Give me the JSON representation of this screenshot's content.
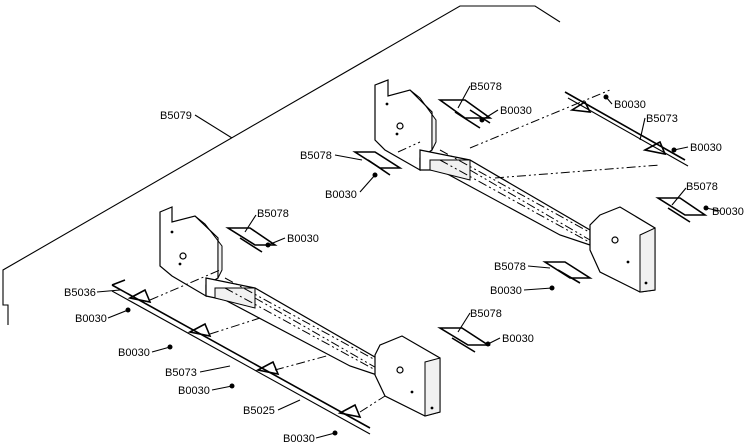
{
  "diagram": {
    "callouts": {
      "outline": "B5079",
      "clip_a": "B5078",
      "clip_b": "B5078",
      "clip_c": "B5078",
      "clip_d": "B5078",
      "clip_e": "B5078",
      "clip_f": "B5078",
      "bolt_1": "B0030",
      "bolt_2": "B0030",
      "bolt_3": "B0030",
      "bolt_4": "B0030",
      "bolt_5": "B0030",
      "bolt_6": "B0030",
      "bolt_7": "B0030",
      "bolt_8": "B0030",
      "bolt_9": "B0030",
      "bolt_10": "B0030",
      "bolt_11": "B0030",
      "bolt_12": "B0030",
      "rod_upper": "B5073",
      "rod_lower": "B5073",
      "rod_end": "B5036",
      "rod_long": "B5025"
    }
  }
}
